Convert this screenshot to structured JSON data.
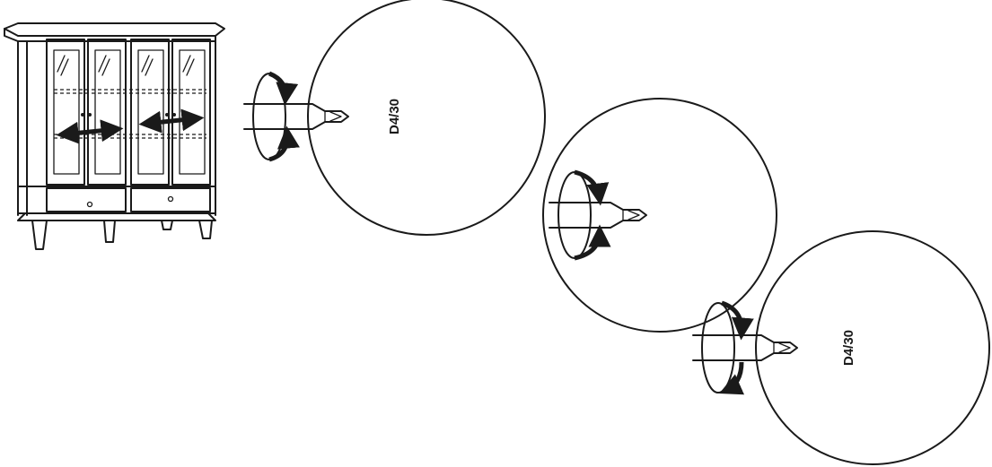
{
  "colors": {
    "ink": "#1a1a1a",
    "paper": "#ffffff"
  },
  "icons": {
    "cabinet": "glass-door-cabinet-illustration",
    "adjust": "double-arrow-icon",
    "rotate": "rotation-arrow-icon",
    "hinge": "hinge-detail-icon",
    "screwdriver": "screwdriver-icon"
  },
  "steps": [
    {
      "id": "tighten",
      "hinge_marking": "D4/30"
    },
    {
      "id": "adjust",
      "hinge_marking": ""
    },
    {
      "id": "loosen",
      "hinge_marking": "D4/30"
    }
  ]
}
